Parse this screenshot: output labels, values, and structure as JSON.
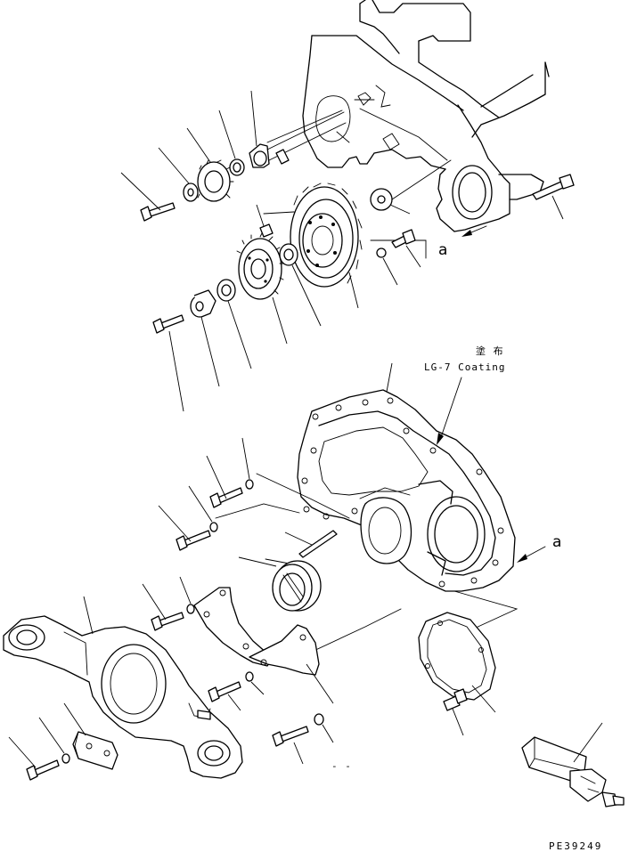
{
  "annotation": {
    "japanese": "塗 布",
    "english": "LG-7 Coating"
  },
  "view_markers": {
    "upper": "a",
    "lower": "a"
  },
  "drawing_code": "PE39249"
}
